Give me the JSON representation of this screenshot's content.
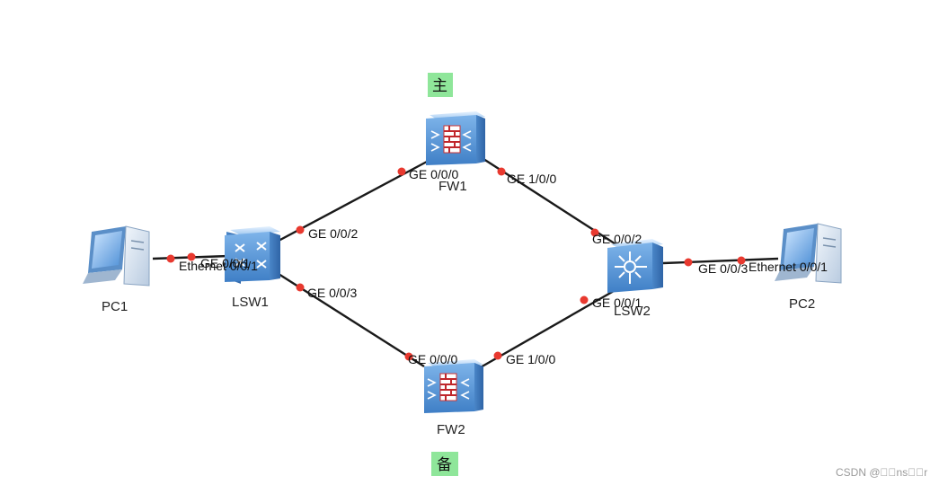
{
  "devices": {
    "pc1": {
      "label": "PC1"
    },
    "pc2": {
      "label": "PC2"
    },
    "lsw1": {
      "label": "LSW1"
    },
    "lsw2": {
      "label": "LSW2"
    },
    "fw1": {
      "label": "FW1"
    },
    "fw2": {
      "label": "FW2"
    }
  },
  "tags": {
    "primary": "主",
    "backup": "备"
  },
  "ports": {
    "pc1_lsw1_a": "Ethernet 0/0/1",
    "pc1_lsw1_b": "GE 0/0/1",
    "lsw1_fw1": "GE 0/0/2",
    "fw1_lsw1": "GE 0/0/0",
    "fw1_lsw2": "GE 1/0/0",
    "lsw2_fw1": "GE 0/0/2",
    "lsw1_fw2": "GE 0/0/3",
    "fw2_lsw1": "GE 0/0/0",
    "fw2_lsw2": "GE 1/0/0",
    "lsw2_fw2": "GE 0/0/1",
    "lsw2_pc2": "GE 0/0/3",
    "pc2_lsw2": "Ethernet 0/0/1"
  },
  "watermark": "CSDN @\u0000\u0000ns\u0000\u0000r"
}
